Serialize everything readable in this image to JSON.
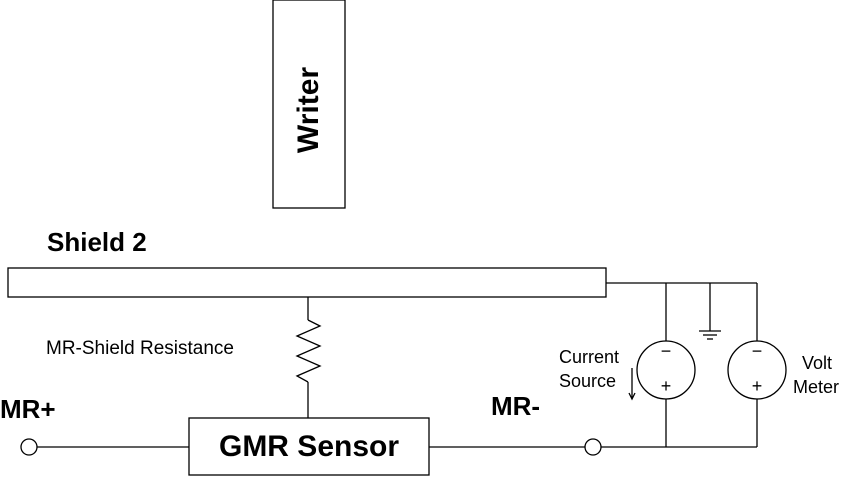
{
  "diagram": {
    "writer_label": "Writer",
    "shield_label": "Shield 2",
    "resistance_label": "MR-Shield Resistance",
    "sensor_label": "GMR Sensor",
    "terminal_plus_label": "MR+",
    "terminal_minus_label": "MR-",
    "current_source_line1": "Current",
    "current_source_line2": "Source",
    "volt_meter_line1": "Volt",
    "volt_meter_line2": "Meter",
    "minus_sign": "−",
    "plus_sign": "+"
  }
}
